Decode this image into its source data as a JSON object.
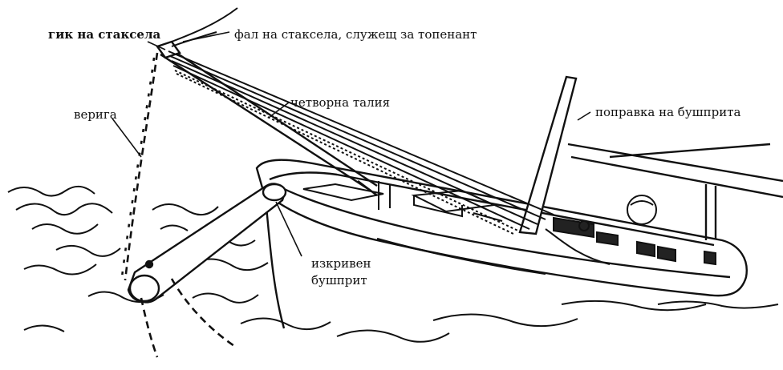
{
  "labels": {
    "jib_boom": "гик на стаксела",
    "jib_halyard": "фал на стаксела, служещ за топенант",
    "quad_tackle": "четворна талия",
    "chain": "верига",
    "bowsprit_stay": "поправка на бушприта",
    "bent_bowsprit_line1": "изкривен",
    "bent_bowsprit_line2": "бушприт"
  },
  "colors": {
    "ink": "#111111",
    "paper": "#ffffff"
  }
}
